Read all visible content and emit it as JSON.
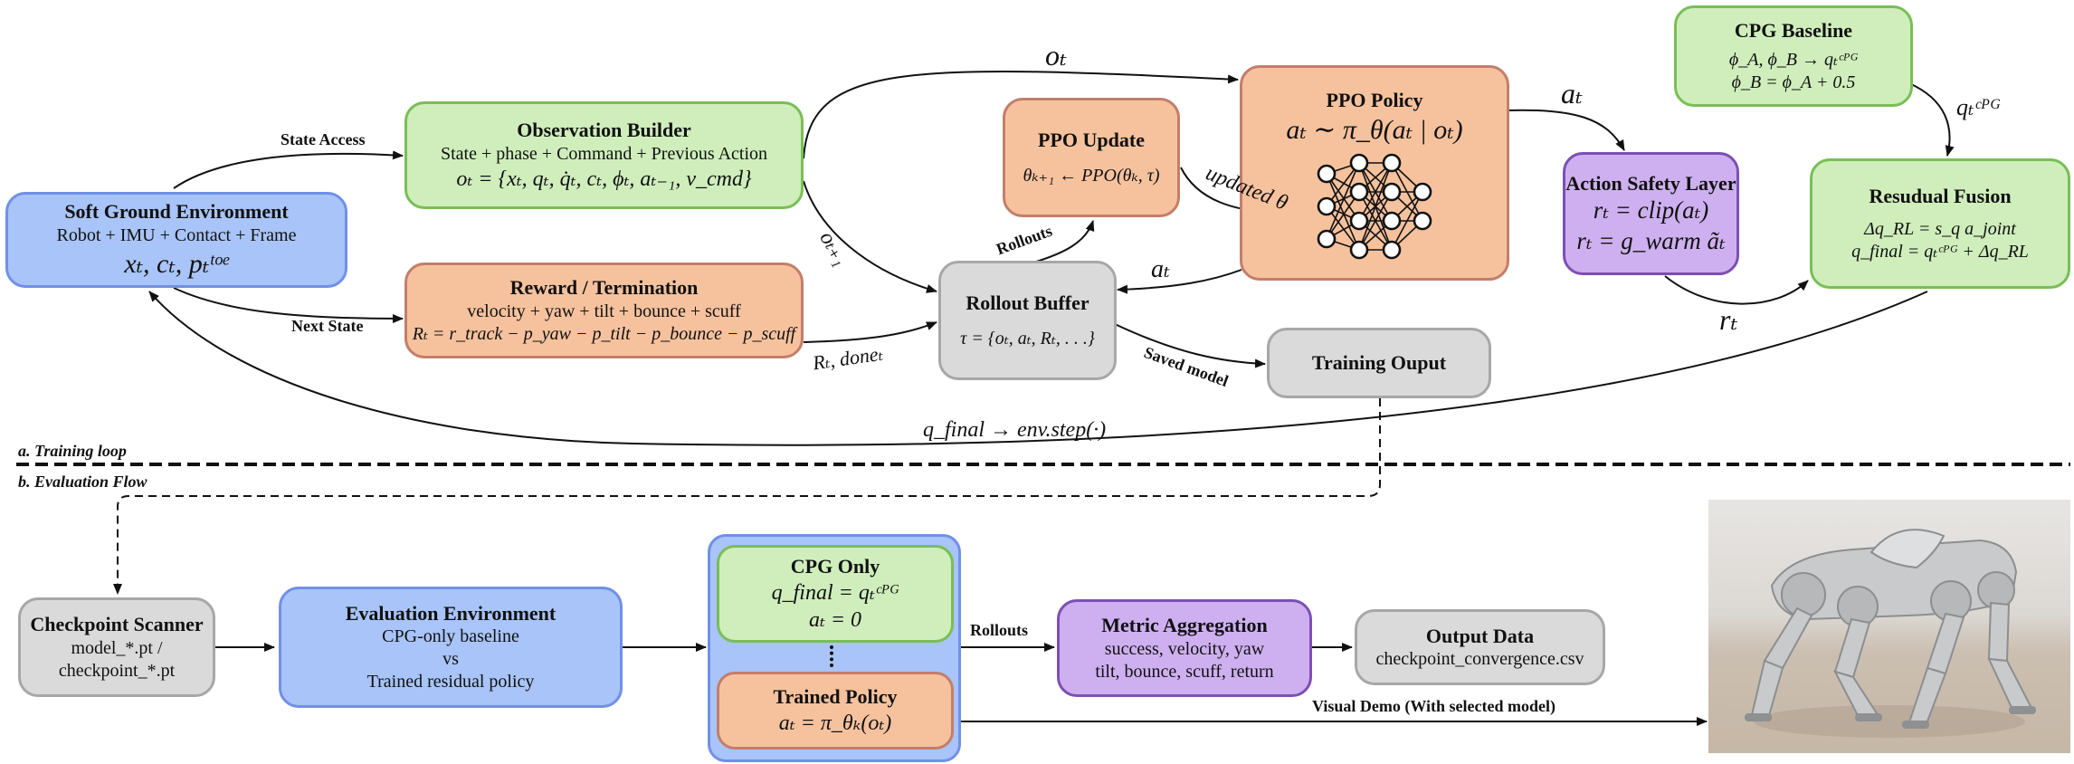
{
  "sections": {
    "training": "a. Training loop",
    "evaluation": "b. Evaluation Flow"
  },
  "nodes": {
    "soft_ground": {
      "title": "Soft Ground Environment",
      "line1": "Robot + IMU + Contact + Frame",
      "line2": "xₜ,  cₜ,  pₜᵗᵒᵉ"
    },
    "obs_builder": {
      "title": "Observation Builder",
      "line1": "State + phase + Command + Previous Action",
      "line2": "oₜ = {xₜ, qₜ, q̇ₜ, cₜ, ϕₜ, aₜ₋₁, v_cmd}"
    },
    "reward": {
      "title": "Reward / Termination",
      "line1": "velocity + yaw + tilt + bounce + scuff",
      "line2": "Rₜ = r_track − p_yaw − p_tilt − p_bounce − p_scuff"
    },
    "ppo_update": {
      "title": "PPO Update",
      "line1": "θₖ₊₁ ← PPO(θₖ, τ)"
    },
    "rollout_buffer": {
      "title": "Rollout Buffer",
      "line1": "τ = {oₜ, aₜ, Rₜ, . . .}"
    },
    "ppo_policy": {
      "title": "PPO Policy",
      "line1": "aₜ ∼ π_θ(aₜ | oₜ)"
    },
    "training_output": {
      "title": "Training Ouput"
    },
    "cpg_baseline": {
      "title": "CPG Baseline",
      "line1": "ϕ_A, ϕ_B → qₜᶜᴾᴳ",
      "line2": "ϕ_B = ϕ_A + 0.5"
    },
    "action_safety": {
      "title": "Action Safety Layer",
      "line1": "rₜ = clip(aₜ)",
      "line2": "rₜ = g_warm ãₜ"
    },
    "residual_fusion": {
      "title": "Resudual Fusion",
      "line1": "Δq_RL = s_q a_joint",
      "line2": "q_final = qₜᶜᴾᴳ + Δq_RL"
    },
    "checkpoint_scanner": {
      "title": "Checkpoint Scanner",
      "line1": "model_*.pt /",
      "line2": "checkpoint_*.pt"
    },
    "eval_env": {
      "title": "Evaluation Environment",
      "line1": "CPG-only baseline",
      "line2": "vs",
      "line3": "Trained residual policy"
    },
    "cpg_only": {
      "title": "CPG Only",
      "line1": "q_final = qₜᶜᴾᴳ",
      "line2": "aₜ = 0"
    },
    "trained_policy": {
      "title": "Trained Policy",
      "line1": "aₜ = π_θₖ(oₜ)"
    },
    "metric_agg": {
      "title": "Metric Aggregation",
      "line1": "success, velocity, yaw",
      "line2": "tilt, bounce, scuff, return"
    },
    "output_data": {
      "title": "Output Data",
      "line1": "checkpoint_convergence.csv"
    }
  },
  "edges": {
    "state_access": "State Access",
    "next_state": "Next State",
    "o_t": "oₜ",
    "o_t1": "oₜ₊₁",
    "rollouts_top": "Rollouts",
    "updated_theta": "updated θ",
    "a_t_buffer": "aₜ",
    "r_done": "Rₜ, doneₜ",
    "saved_model": "Saved model",
    "a_t_safety": "aₜ",
    "q_cpg": "qₜᶜᴾᴳ",
    "r_t": "rₜ",
    "q_final_step": "q_final → env.step(·)",
    "rollouts_eval": "Rollouts",
    "visual_demo": "Visual Demo (With selected model)"
  },
  "colors": {
    "blue": "#a8c4f8",
    "green": "#cfeebc",
    "orange": "#f6c29e",
    "purple": "#ceb0f0",
    "gray": "#dadada"
  }
}
